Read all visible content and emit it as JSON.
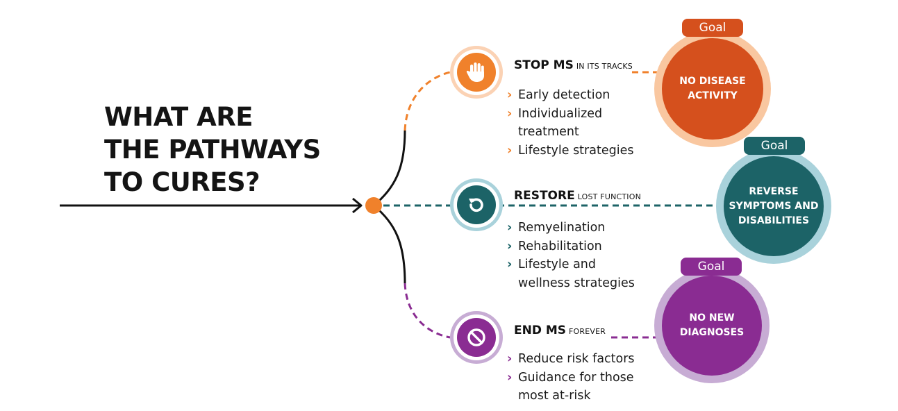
{
  "title": {
    "lines": [
      "WHAT ARE",
      "THE PATHWAYS",
      "TO CURES?"
    ]
  },
  "colors": {
    "orange": "#f0812b",
    "orange_dark": "#d5501d",
    "teal": "#1c6367",
    "teal_light": "#a9d2db",
    "purple": "#8a2c92",
    "purple_light": "#c7acd4",
    "line": "#111111"
  },
  "pathways": [
    {
      "key": "stop",
      "title": "STOP MS",
      "subtitle": "IN ITS TRACKS",
      "icon": "hand-icon",
      "items": [
        "Early detection",
        "Individualized",
        "treatment",
        "Lifestyle strategies"
      ],
      "goal_tag": "Goal",
      "goal_lines": [
        "NO DISEASE",
        "ACTIVITY"
      ]
    },
    {
      "key": "restore",
      "title": "RESTORE",
      "subtitle": "LOST FUNCTION",
      "icon": "restore-arrow-icon",
      "items": [
        "Remyelination",
        "Rehabilitation",
        "Lifestyle and",
        "wellness strategies"
      ],
      "goal_tag": "Goal",
      "goal_lines": [
        "REVERSE",
        "SYMPTOMS AND",
        "DISABILITIES"
      ]
    },
    {
      "key": "end",
      "title": "END MS",
      "subtitle": "FOREVER",
      "icon": "prohibited-icon",
      "items": [
        "Reduce risk factors",
        "Guidance for those",
        "most at-risk"
      ],
      "goal_tag": "Goal",
      "goal_lines": [
        "NO NEW",
        "DIAGNOSES"
      ]
    }
  ]
}
